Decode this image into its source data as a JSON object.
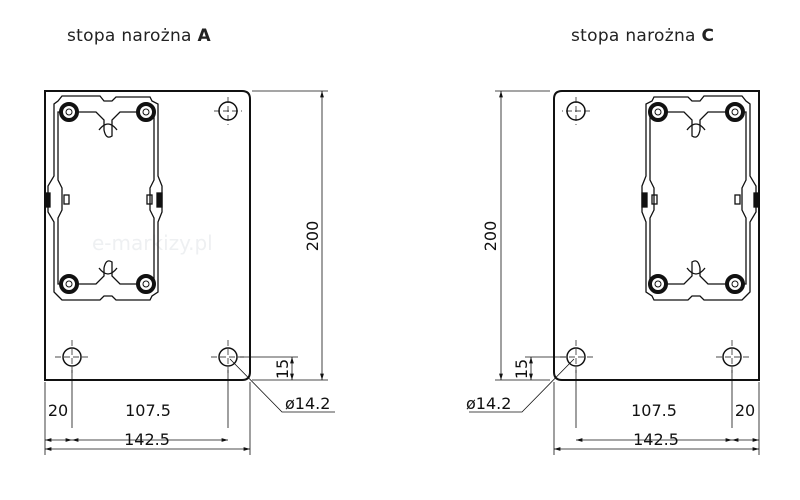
{
  "views": [
    {
      "title_prefix": "stopa narożna",
      "title_letter": "A",
      "dim_height": "200",
      "dim_hole_offset": "15",
      "dim_edge": "20",
      "dim_hole_spacing": "107.5",
      "dim_width": "142.5",
      "hole_diameter": "ø14.2"
    },
    {
      "title_prefix": "stopa narożna",
      "title_letter": "C",
      "dim_height": "200",
      "dim_hole_offset": "15",
      "dim_edge": "20",
      "dim_hole_spacing": "107.5",
      "dim_width": "142.5",
      "hole_diameter": "ø14.2"
    }
  ],
  "watermark": "e-markizy.pl"
}
